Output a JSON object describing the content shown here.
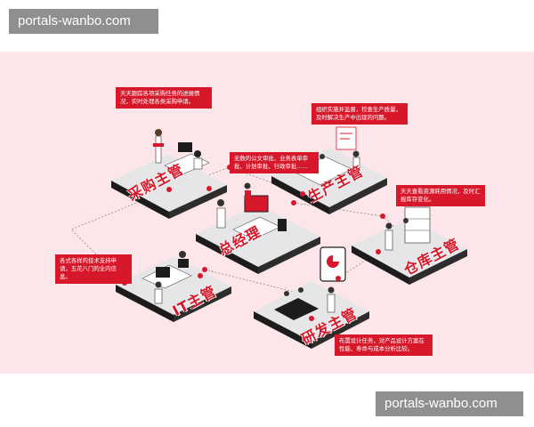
{
  "watermark": {
    "top": "portals-wanbo.com",
    "bottom": "portals-wanbo.com"
  },
  "colors": {
    "accent": "#d7182a",
    "background": "#fde6ea",
    "platform": "#e6e6e9",
    "platform_edge": "#1c1c1c"
  },
  "roles": {
    "procurement": {
      "label": "采购主管",
      "desc": "天天跟踪各项采购任务的进展情况，实时处理各类采购申请。"
    },
    "production": {
      "label": "生产主管",
      "desc": "组织实施并监督，检查生产质量，及时解决生产中出现的问题。"
    },
    "gm": {
      "label": "总经理",
      "desc": "无数的公文审批、业务表单审批、计划审批、行政审批......"
    },
    "warehouse": {
      "label": "仓库主管",
      "desc": "天天查看资源耗用情况，及时汇报库存变化。"
    },
    "it": {
      "label": "IT主管",
      "desc": "各式各样的技术支持申请，五花八门的业内信息。"
    },
    "rnd": {
      "label": "研发主管",
      "desc": "布置设计任务，对产品设计方案在性能、寿命与成本分析比较。"
    }
  }
}
